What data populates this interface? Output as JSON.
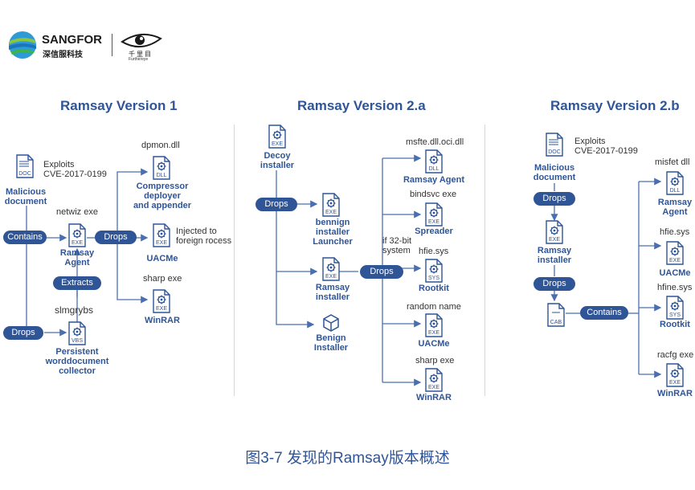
{
  "header": {
    "brand_en": "SANGFOR",
    "brand_cn": "深信服科技",
    "partner": "Furthereye",
    "partner_cn": "千里目"
  },
  "caption": "图3-7 发现的Ramsay版本概述",
  "colors": {
    "accent": "#2f5597",
    "line": "#4a6fb0"
  },
  "v1": {
    "title": "Ramsay Version 1",
    "doc_tag": "DOC",
    "doc_note": "Exploits\nCVE-2017-0199",
    "doc_name": "Malicious\ndocument",
    "contains": "Contains",
    "drops_left": "Drops",
    "agent_file": "netwiz exe",
    "agent_tag": "EXE",
    "agent_name": "Ramsay\nAgent",
    "extracts": "Extracts",
    "slm": "slmgrybs",
    "vbs_tag": "VBS",
    "vbs_name": "Persistent\nworddocument\ncollector",
    "drops_right": "Drops",
    "dll_file": "dpmon.dll",
    "dll_tag": "DLL",
    "dll_name": "Compressor\ndeployer\nand appender",
    "uac_tag": "EXE",
    "uac_note": "Injected to\nforeign rocess",
    "uac_name": "UACMe",
    "rar_file": "sharp exe",
    "rar_tag": "EXE",
    "rar_name": "WinRAR"
  },
  "v2a": {
    "title": "Ramsay Version 2.a",
    "decoy_tag": "EXE",
    "decoy_name": "Decoy\ninstaller",
    "drops1": "Drops",
    "bennign_tag": "EXE",
    "bennign_name": "bennign\ninstaller\nLauncher",
    "inst_tag": "EXE",
    "inst_name": "Ramsay\ninstaller",
    "drops2": "Drops",
    "benign_name": "Benign\nInstaller",
    "agent_file": "msfte.dll.oci.dll",
    "agent_tag": "DLL",
    "agent_name": "Ramsay Agent",
    "spread_file": "bindsvc exe",
    "spread_tag": "EXE",
    "spread_name": "Spreader",
    "rk_note": "if 32-bit\nsystem",
    "rk_file": "hfie.sys",
    "rk_tag": "SYS",
    "rk_name": "Rootkit",
    "uac_file": "random name",
    "uac_tag": "EXE",
    "uac_name": "UACMe",
    "rar_file": "sharp exe",
    "rar_tag": "EXE",
    "rar_name": "WinRAR"
  },
  "v2b": {
    "title": "Ramsay Version 2.b",
    "doc_tag": "DOC",
    "doc_note": "Exploits\nCVE-2017-0199",
    "doc_name": "Malicious\ndocument",
    "drops1": "Drops",
    "inst_tag": "EXE",
    "inst_name": "Ramsay\ninstaller",
    "drops2": "Drops",
    "cab_tag": "CAB",
    "contains": "Contains",
    "agent_file": "misfet dll",
    "agent_tag": "DLL",
    "agent_name": "Ramsay\nAgent",
    "uac_file": "hfie.sys",
    "uac_tag": "EXE",
    "uac_name": "UACMe",
    "rk_file": "hfine.sys",
    "rk_tag": "SYS",
    "rk_name": "Rootkit",
    "rar_file": "racfg exe",
    "rar_tag": "EXE",
    "rar_name": "WinRAR"
  }
}
